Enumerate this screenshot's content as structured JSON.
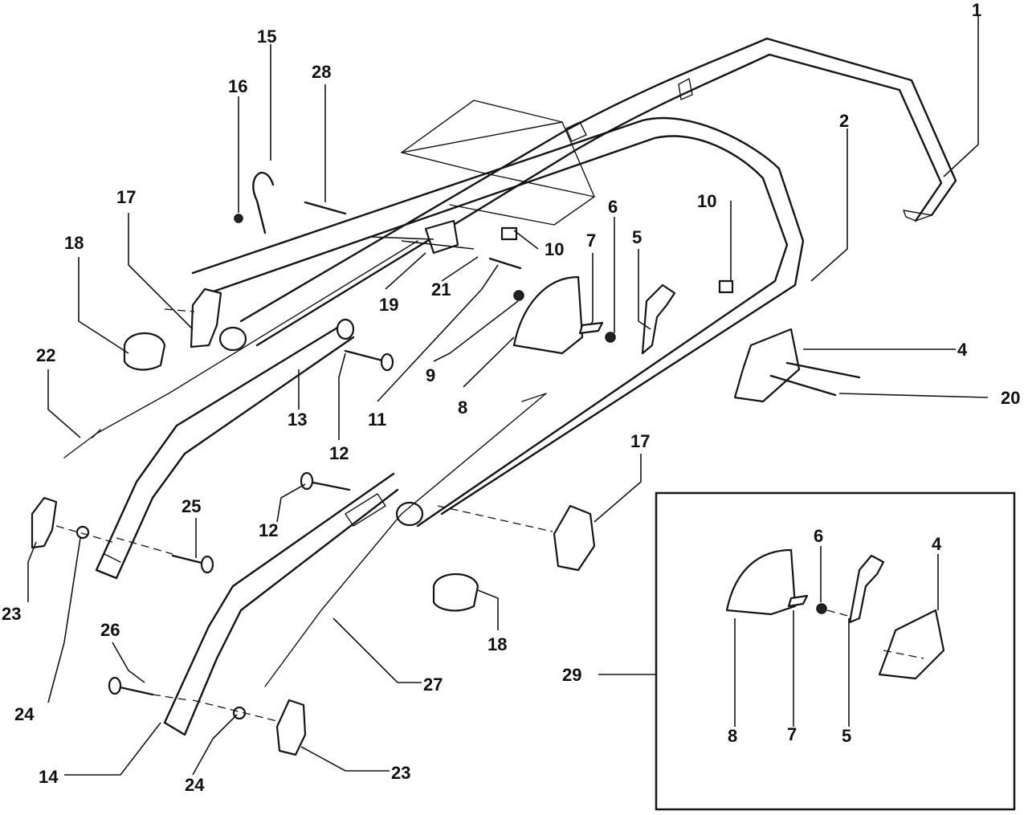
{
  "callouts": [
    {
      "id": "c1",
      "text": "1"
    },
    {
      "id": "c2",
      "text": "2"
    },
    {
      "id": "c4a",
      "text": "4"
    },
    {
      "id": "c4b",
      "text": "4"
    },
    {
      "id": "c5a",
      "text": "5"
    },
    {
      "id": "c5b",
      "text": "5"
    },
    {
      "id": "c6a",
      "text": "6"
    },
    {
      "id": "c6b",
      "text": "6"
    },
    {
      "id": "c7a",
      "text": "7"
    },
    {
      "id": "c7b",
      "text": "7"
    },
    {
      "id": "c8a",
      "text": "8"
    },
    {
      "id": "c8b",
      "text": "8"
    },
    {
      "id": "c9",
      "text": "9"
    },
    {
      "id": "c10a",
      "text": "10"
    },
    {
      "id": "c10b",
      "text": "10"
    },
    {
      "id": "c11",
      "text": "11"
    },
    {
      "id": "c12a",
      "text": "12"
    },
    {
      "id": "c12b",
      "text": "12"
    },
    {
      "id": "c13",
      "text": "13"
    },
    {
      "id": "c14",
      "text": "14"
    },
    {
      "id": "c15",
      "text": "15"
    },
    {
      "id": "c16",
      "text": "16"
    },
    {
      "id": "c17a",
      "text": "17"
    },
    {
      "id": "c17b",
      "text": "17"
    },
    {
      "id": "c18a",
      "text": "18"
    },
    {
      "id": "c18b",
      "text": "18"
    },
    {
      "id": "c19",
      "text": "19"
    },
    {
      "id": "c20",
      "text": "20"
    },
    {
      "id": "c21",
      "text": "21"
    },
    {
      "id": "c22",
      "text": "22"
    },
    {
      "id": "c23a",
      "text": "23"
    },
    {
      "id": "c23b",
      "text": "23"
    },
    {
      "id": "c24a",
      "text": "24"
    },
    {
      "id": "c24b",
      "text": "24"
    },
    {
      "id": "c25",
      "text": "25"
    },
    {
      "id": "c26",
      "text": "26"
    },
    {
      "id": "c27",
      "text": "27"
    },
    {
      "id": "c28",
      "text": "28"
    },
    {
      "id": "c29",
      "text": "29"
    }
  ]
}
